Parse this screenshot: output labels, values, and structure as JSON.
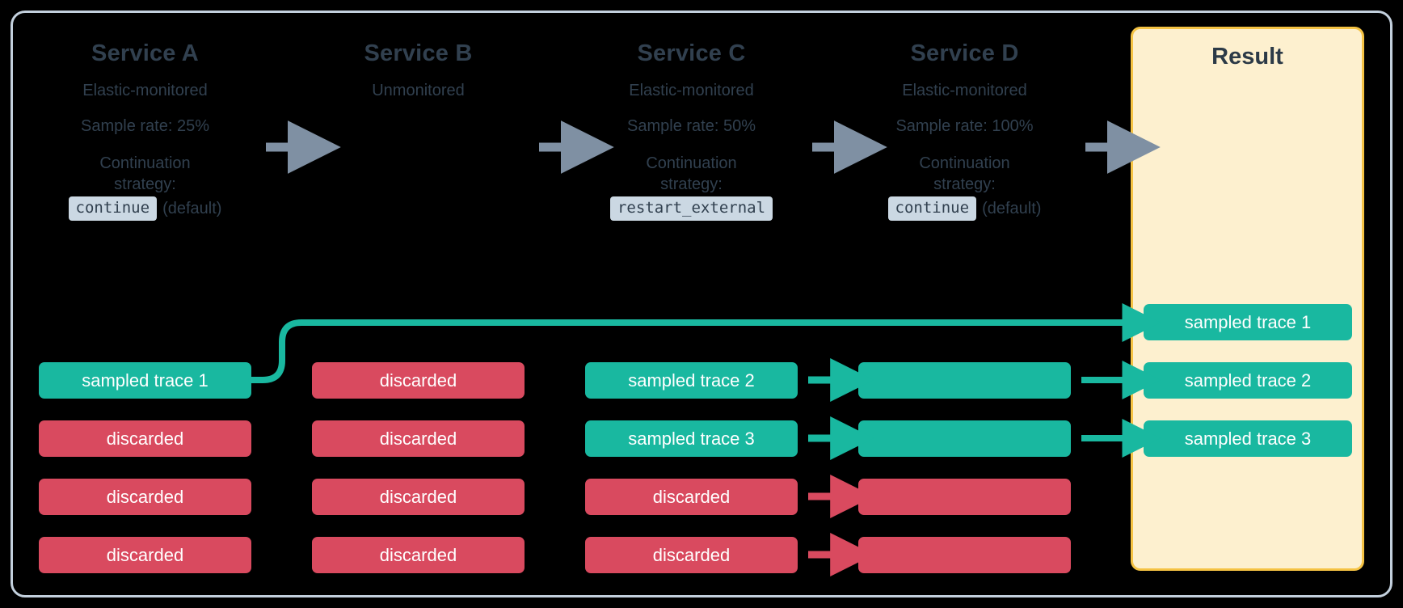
{
  "diagram": {
    "title": "Distributed tracing sampling flow",
    "colors": {
      "background": "#000000",
      "frame_border": "#c3d0dd",
      "service_text": "#31404f",
      "chip_bg": "#cbd8e3",
      "result_bg": "#fdf0cf",
      "result_border": "#f5c344",
      "sampled_green": "#19b8a0",
      "discarded_red": "#d94a5f",
      "gray_arrow": "#7f90a3"
    }
  },
  "services": [
    {
      "name": "Service A",
      "monitoring": "Elastic-monitored",
      "sample_rate": "Sample rate: 25%",
      "strategy_label_line1": "Continuation",
      "strategy_label_line2": "strategy:",
      "strategy_value": "continue",
      "strategy_note": "(default)"
    },
    {
      "name": "Service B",
      "monitoring": "Unmonitored",
      "sample_rate": "",
      "strategy_label_line1": "",
      "strategy_label_line2": "",
      "strategy_value": "",
      "strategy_note": ""
    },
    {
      "name": "Service C",
      "monitoring": "Elastic-monitored",
      "sample_rate": "Sample rate: 50%",
      "strategy_label_line1": "Continuation",
      "strategy_label_line2": "strategy:",
      "strategy_value": "restart_external",
      "strategy_note": ""
    },
    {
      "name": "Service D",
      "monitoring": "Elastic-monitored",
      "sample_rate": "Sample rate: 100%",
      "strategy_label_line1": "Continuation",
      "strategy_label_line2": "strategy:",
      "strategy_value": "continue",
      "strategy_note": "(default)"
    }
  ],
  "result": {
    "title": "Result"
  },
  "columns": {
    "service_a_traces": [
      {
        "label": "sampled trace 1",
        "state": "sampled"
      },
      {
        "label": "discarded",
        "state": "discarded"
      },
      {
        "label": "discarded",
        "state": "discarded"
      },
      {
        "label": "discarded",
        "state": "discarded"
      }
    ],
    "service_b_traces": [
      {
        "label": "discarded",
        "state": "discarded"
      },
      {
        "label": "discarded",
        "state": "discarded"
      },
      {
        "label": "discarded",
        "state": "discarded"
      },
      {
        "label": "discarded",
        "state": "discarded"
      }
    ],
    "service_c_traces": [
      {
        "label": "sampled trace 2",
        "state": "sampled"
      },
      {
        "label": "sampled trace 3",
        "state": "sampled"
      },
      {
        "label": "discarded",
        "state": "discarded"
      },
      {
        "label": "discarded",
        "state": "discarded"
      }
    ],
    "service_d_traces": [
      {
        "label": "",
        "state": "sampled"
      },
      {
        "label": "",
        "state": "sampled"
      },
      {
        "label": "",
        "state": "discarded"
      },
      {
        "label": "",
        "state": "discarded"
      }
    ],
    "result_traces": [
      {
        "label": "sampled trace 1",
        "state": "sampled"
      },
      {
        "label": "sampled trace 2",
        "state": "sampled"
      },
      {
        "label": "sampled trace 3",
        "state": "sampled"
      }
    ]
  },
  "icons": {
    "flow_arrow": "right-arrow-icon",
    "sampled_arrow": "green-right-arrow-icon",
    "discarded_arrow": "red-right-arrow-icon",
    "routed_link": "curved-link-icon"
  }
}
